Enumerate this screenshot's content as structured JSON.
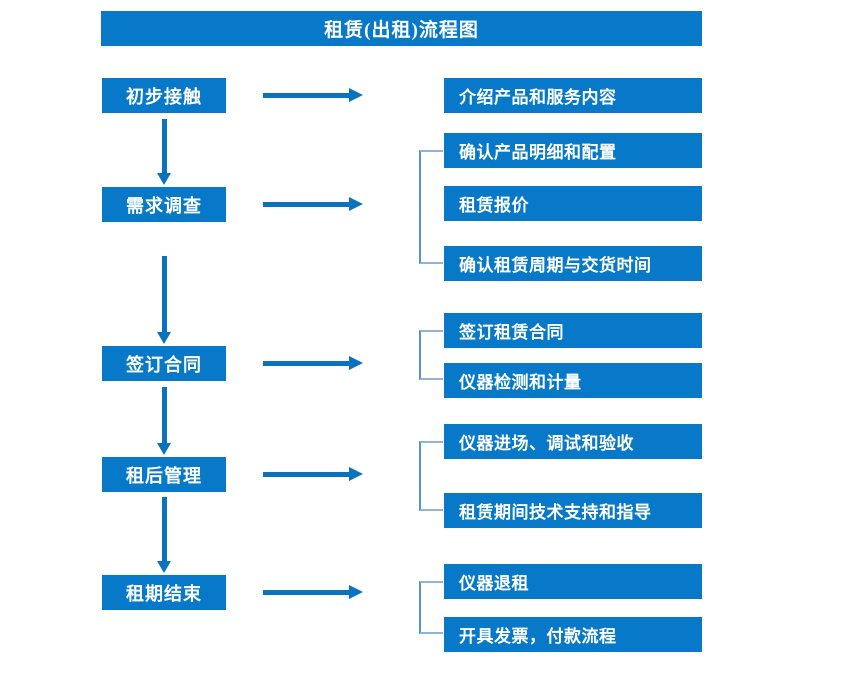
{
  "diagram": {
    "title": "租赁(出租)流程图",
    "accent_color": "#0879C9",
    "arrow_color": "#0B72BE",
    "bracket_color": "#5B93C4",
    "stages": [
      {
        "label": "初步接触"
      },
      {
        "label": "需求调查"
      },
      {
        "label": "签订合同"
      },
      {
        "label": "租后管理"
      },
      {
        "label": "租期结束"
      }
    ],
    "groups": [
      {
        "bracketed": false,
        "items": [
          {
            "label": "介绍产品和服务内容"
          }
        ]
      },
      {
        "bracketed": true,
        "items": [
          {
            "label": "确认产品明细和配置"
          },
          {
            "label": "租赁报价"
          },
          {
            "label": "确认租赁周期与交货时间"
          }
        ]
      },
      {
        "bracketed": true,
        "items": [
          {
            "label": "签订租赁合同"
          },
          {
            "label": "仪器检测和计量"
          }
        ]
      },
      {
        "bracketed": true,
        "items": [
          {
            "label": "仪器进场、调试和验收"
          },
          {
            "label": "租赁期间技术支持和指导"
          }
        ]
      },
      {
        "bracketed": true,
        "items": [
          {
            "label": "仪器退租"
          },
          {
            "label": "开具发票，付款流程"
          }
        ]
      }
    ]
  }
}
